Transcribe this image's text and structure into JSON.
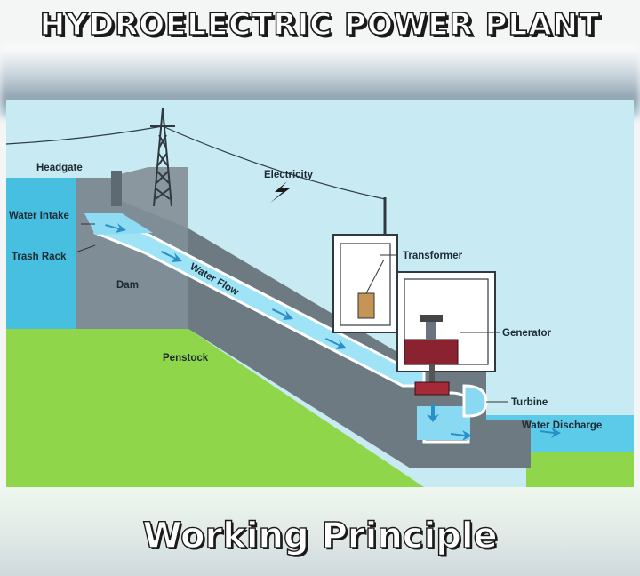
{
  "title": "HYDROELECTRIC POWER PLANT",
  "subtitle": "Working Principle",
  "labels": {
    "headgate": "Headgate",
    "water_intake": "Water Intake",
    "trash_rack": "Trash Rack",
    "dam": "Dam",
    "electricity": "Electricity",
    "water_flow": "Water Flow",
    "penstock": "Penstock",
    "transformer": "Transformer",
    "generator": "Generator",
    "turbine": "Turbine",
    "water_discharge": "Water Discharge"
  },
  "icons": [
    "transmission-tower-icon",
    "lightning-bolt-icon",
    "flow-arrow-icon"
  ],
  "colors": {
    "sky": "#cdeef5",
    "reservoir": "#4ec3e3",
    "water_pipe": "#7fd8f4",
    "dam": "#7b8a93",
    "ground": "#8ed64a",
    "building": "#ffffff",
    "generator": "#8b2230"
  }
}
